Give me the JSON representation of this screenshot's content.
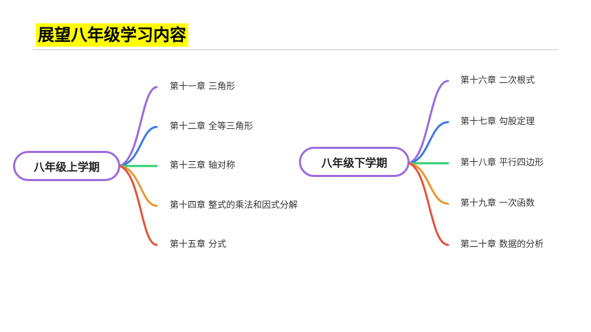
{
  "title": "展望八年级学习内容",
  "colors": {
    "title_highlight": "#ffff00",
    "root_border": "#9b6bdc",
    "branches": [
      "#9b6bdc",
      "#3c7be0",
      "#2ecc71",
      "#e8982f",
      "#e0533c"
    ]
  },
  "mindmaps": [
    {
      "root": "八年级上学期",
      "branches": [
        {
          "label": "第十一章 三角形",
          "color": "purple"
        },
        {
          "label": "第十二章 全等三角形",
          "color": "blue"
        },
        {
          "label": "第十三章 轴对称",
          "color": "green"
        },
        {
          "label": "第十四章 整式的乘法和因式分解",
          "color": "orange"
        },
        {
          "label": "第十五章 分式",
          "color": "red"
        }
      ]
    },
    {
      "root": "八年级下学期",
      "branches": [
        {
          "label": "第十六章 二次根式",
          "color": "purple"
        },
        {
          "label": "第十七章 勾股定理",
          "color": "blue"
        },
        {
          "label": "第十八章 平行四边形",
          "color": "green"
        },
        {
          "label": "第十九章 一次函数",
          "color": "orange"
        },
        {
          "label": "第二十章 数据的分析",
          "color": "red"
        }
      ]
    }
  ]
}
